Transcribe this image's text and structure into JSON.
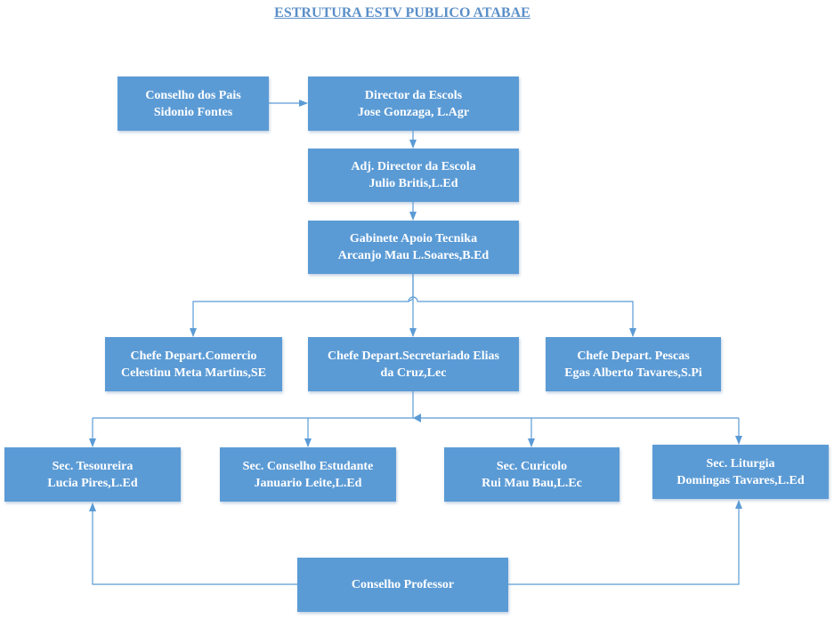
{
  "title": "ESTRUTURA ESTV PUBLICO ATABAE",
  "colors": {
    "box": "#5b9bd5",
    "line": "#5b9bd5",
    "title": "#5b8fc8",
    "text": "#ffffff"
  },
  "nodes": {
    "conselho_pais": {
      "role": "Conselho dos Pais",
      "name": "Sidonio Fontes"
    },
    "director": {
      "role": "Director da Escols",
      "name": "Jose Gonzaga, L.Agr"
    },
    "adj_director": {
      "role": "Adj. Director da Escola",
      "name": "Julio Britis,L.Ed"
    },
    "gabinete": {
      "role": "Gabinete Apoio Tecnika",
      "name": "Arcanjo Mau L.Soares,B.Ed"
    },
    "dept_comercio": {
      "role": "Chefe Depart.Comercio",
      "name": "Celestinu Meta Martins,SE"
    },
    "dept_secretariado": {
      "role": "Chefe Depart.Secretariado Elias",
      "name": "da Cruz,Lec"
    },
    "dept_pescas": {
      "role": "Chefe Depart. Pescas",
      "name": "Egas Alberto Tavares,S.Pi"
    },
    "sec_tesoureira": {
      "role": "Sec. Tesoureira",
      "name": "Lucia Pires,L.Ed"
    },
    "sec_conselho_estudante": {
      "role": "Sec. Conselho Estudante",
      "name": "Januario Leite,L.Ed"
    },
    "sec_curicolo": {
      "role": "Sec. Curicolo",
      "name": "Rui Mau Bau,L.Ec"
    },
    "sec_liturgia": {
      "role": "Sec. Liturgia",
      "name": "Domingas Tavares,L.Ed"
    },
    "conselho_professor": {
      "role": "Conselho Professor"
    }
  },
  "edges": [
    [
      "conselho_pais",
      "director"
    ],
    [
      "director",
      "adj_director"
    ],
    [
      "adj_director",
      "gabinete"
    ],
    [
      "gabinete",
      "dept_comercio"
    ],
    [
      "gabinete",
      "dept_secretariado"
    ],
    [
      "gabinete",
      "dept_pescas"
    ],
    [
      "dept_secretariado",
      "sec_tesoureira"
    ],
    [
      "dept_secretariado",
      "sec_conselho_estudante"
    ],
    [
      "dept_secretariado",
      "sec_curicolo"
    ],
    [
      "dept_secretariado",
      "sec_liturgia"
    ],
    [
      "conselho_professor",
      "sec_tesoureira"
    ],
    [
      "conselho_professor",
      "sec_liturgia"
    ]
  ]
}
